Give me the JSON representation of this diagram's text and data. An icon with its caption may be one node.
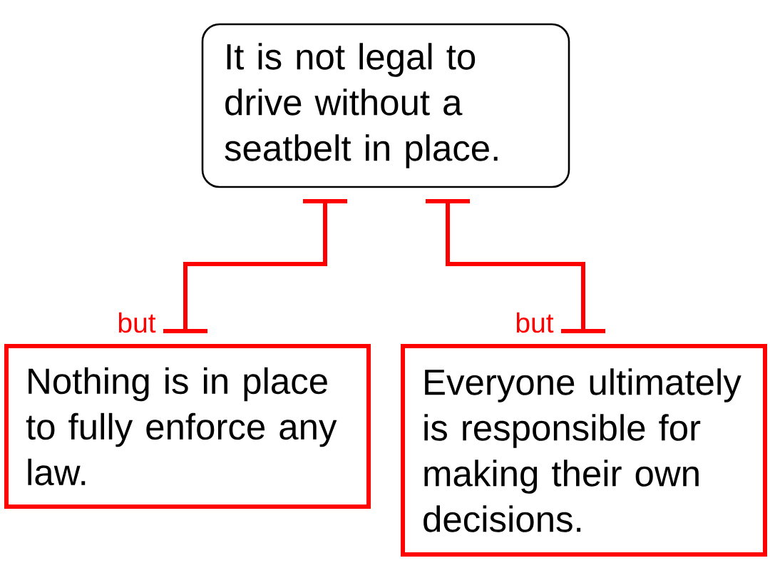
{
  "diagram": {
    "nodes": [
      {
        "text": [
          "It is not legal to drive without a seatbelt in place."
        ]
      },
      {
        "text": [
          "Nothing is in place to fully enforce any law."
        ]
      },
      {
        "text": [
          "Everyone ultimately is responsible for making their own decisions."
        ]
      }
    ],
    "edges": [
      {
        "from": 1,
        "to": 0,
        "arrow": "other",
        "label": "but"
      },
      {
        "from": 2,
        "to": 0,
        "arrow": "other",
        "label": "but"
      }
    ]
  }
}
